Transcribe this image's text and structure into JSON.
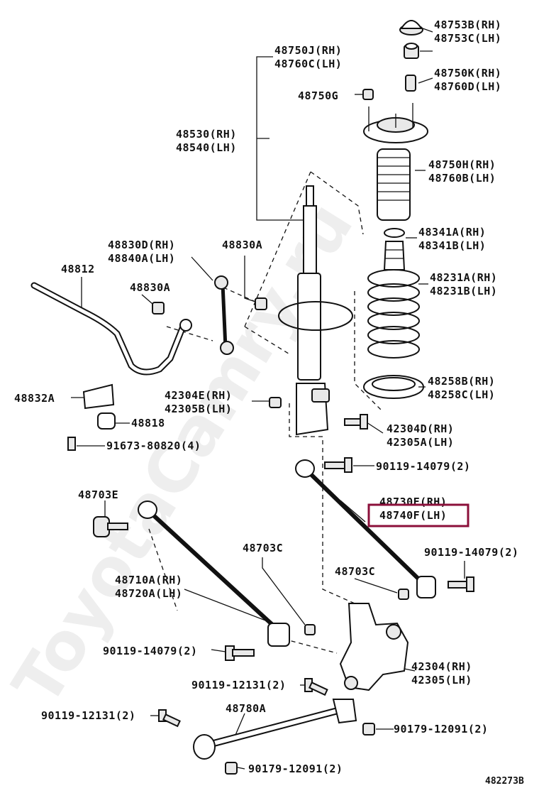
{
  "watermark": "ToyotaCamry.ru",
  "figure_id": "482273B",
  "highlight_color": "#8b0f3a",
  "parts": [
    {
      "key": "p48753B",
      "lines": [
        "48753B(RH)",
        "48753C(LH)"
      ]
    },
    {
      "key": "p48750J",
      "lines": [
        "48750J(RH)",
        "48760C(LH)"
      ]
    },
    {
      "key": "p48750K",
      "lines": [
        "48750K(RH)",
        "48760D(LH)"
      ]
    },
    {
      "key": "p48750G",
      "lines": [
        "48750G"
      ]
    },
    {
      "key": "p48530",
      "lines": [
        "48530(RH)",
        "48540(LH)"
      ]
    },
    {
      "key": "p48750H",
      "lines": [
        "48750H(RH)",
        "48760B(LH)"
      ]
    },
    {
      "key": "p48341A",
      "lines": [
        "48341A(RH)",
        "48341B(LH)"
      ]
    },
    {
      "key": "p48830D",
      "lines": [
        "48830D(RH)",
        "48840A(LH)"
      ]
    },
    {
      "key": "p48830A_top",
      "lines": [
        "48830A"
      ]
    },
    {
      "key": "p48812",
      "lines": [
        "48812"
      ]
    },
    {
      "key": "p48830A_mid",
      "lines": [
        "48830A"
      ]
    },
    {
      "key": "p48231A",
      "lines": [
        "48231A(RH)",
        "48231B(LH)"
      ]
    },
    {
      "key": "p48258B",
      "lines": [
        "48258B(RH)",
        "48258C(LH)"
      ]
    },
    {
      "key": "p48832A",
      "lines": [
        "48832A"
      ]
    },
    {
      "key": "p42304E",
      "lines": [
        "42304E(RH)",
        "42305B(LH)"
      ]
    },
    {
      "key": "p48818",
      "lines": [
        "48818"
      ]
    },
    {
      "key": "p42304D",
      "lines": [
        "42304D(RH)",
        "42305A(LH)"
      ]
    },
    {
      "key": "p91673",
      "lines": [
        "91673-80820(4)"
      ]
    },
    {
      "key": "p90119_14079_a",
      "lines": [
        "90119-14079(2)"
      ]
    },
    {
      "key": "p48703E",
      "lines": [
        "48703E"
      ]
    },
    {
      "key": "p48730F",
      "lines": [
        "48730F(RH)",
        "48740F(LH)"
      ]
    },
    {
      "key": "p48703C_a",
      "lines": [
        "48703C"
      ]
    },
    {
      "key": "p90119_14079_b",
      "lines": [
        "90119-14079(2)"
      ]
    },
    {
      "key": "p48710A",
      "lines": [
        "48710A(RH)",
        "48720A(LH)"
      ]
    },
    {
      "key": "p48703C_b",
      "lines": [
        "48703C"
      ]
    },
    {
      "key": "p90119_14079_c",
      "lines": [
        "90119-14079(2)"
      ]
    },
    {
      "key": "p42304",
      "lines": [
        "42304(RH)",
        "42305(LH)"
      ]
    },
    {
      "key": "p90119_12131_a",
      "lines": [
        "90119-12131(2)"
      ]
    },
    {
      "key": "p48780A",
      "lines": [
        "48780A"
      ]
    },
    {
      "key": "p90119_12131_b",
      "lines": [
        "90119-12131(2)"
      ]
    },
    {
      "key": "p90179_12091_a",
      "lines": [
        "90179-12091(2)"
      ]
    },
    {
      "key": "p90179_12091_b",
      "lines": [
        "90179-12091(2)"
      ]
    }
  ]
}
